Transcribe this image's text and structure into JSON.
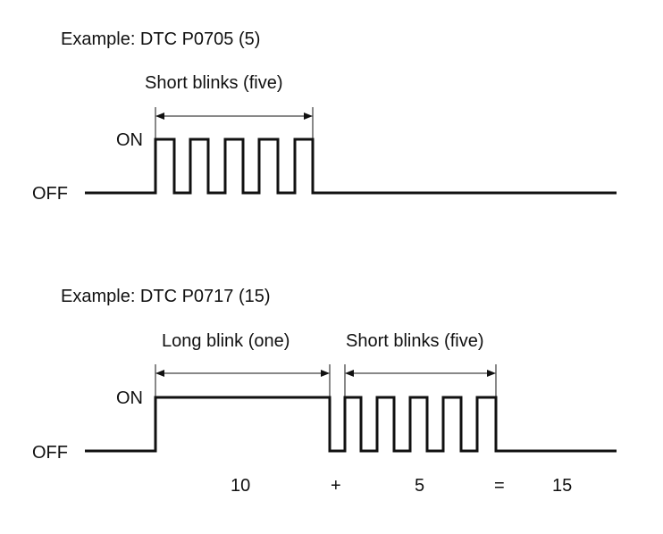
{
  "diagram1": {
    "title": "Example: DTC P0705 (5)",
    "span_label": "Short blinks (five)",
    "on_label": "ON",
    "off_label": "OFF"
  },
  "diagram2": {
    "title": "Example: DTC P0717 (15)",
    "long_label": "Long blink (one)",
    "short_label": "Short blinks (five)",
    "on_label": "ON",
    "off_label": "OFF",
    "sum": {
      "long_value": "10",
      "plus": "+",
      "short_value": "5",
      "equals": "=",
      "total": "15"
    }
  }
}
